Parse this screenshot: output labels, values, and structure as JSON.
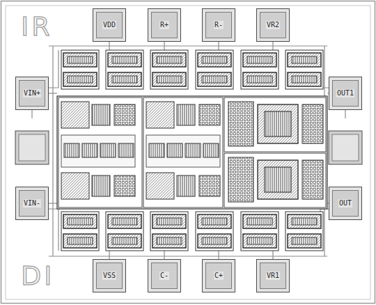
{
  "diagram": {
    "nodes": [
      {
        "text": [
          "VDD"
        ]
      },
      {
        "text": [
          "R+"
        ]
      },
      {
        "text": [
          "R-"
        ]
      },
      {
        "text": [
          "VR2"
        ]
      },
      {
        "text": [
          "VIN+"
        ]
      },
      {
        "text": [
          "OUT1"
        ]
      },
      {
        "text": [
          "VIN-"
        ]
      },
      {
        "text": [
          "OUT"
        ]
      },
      {
        "text": [
          "VSS"
        ]
      },
      {
        "text": [
          "C-"
        ]
      },
      {
        "text": [
          "C+"
        ]
      },
      {
        "text": [
          "VR1"
        ]
      }
    ],
    "labels": [
      "IR",
      "DI"
    ]
  }
}
